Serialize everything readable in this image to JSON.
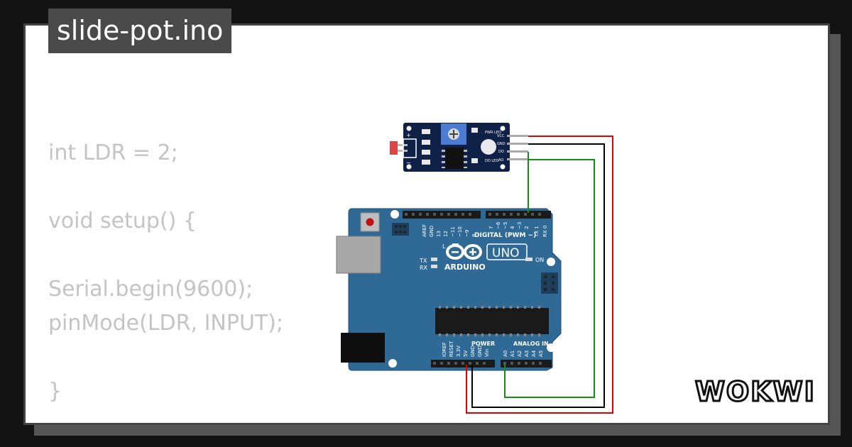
{
  "title": "slide-pot.ino",
  "code_lines": [
    "int LDR = 2;",
    "",
    "void setup() {",
    "",
    "Serial.begin(9600);",
    "pinMode(LDR, INPUT);",
    "",
    "}"
  ],
  "brand": {
    "name": "WOKWI"
  },
  "sensor_module": {
    "pins": [
      "VCC",
      "GND",
      "DO",
      "AO"
    ],
    "leds": [
      "PWR LED",
      "DO LED"
    ]
  },
  "arduino": {
    "model": "UNO",
    "brand": "ARDUINO",
    "digital_label": "DIGITAL (PWM ~)",
    "power_label": "POWER",
    "analog_label": "ANALOG IN",
    "on_label": "ON",
    "l_label": "L",
    "tx_label": "TX",
    "rx_label": "RX",
    "top_pins": [
      "AREF",
      "GND",
      "13",
      "12",
      "~11",
      "~10",
      "~9",
      "8",
      "7",
      "~6",
      "~5",
      "4",
      "~3",
      "2",
      "TX 1",
      "RX 0"
    ],
    "power_pins": [
      "IOREF",
      "RESET",
      "3.3V",
      "5V",
      "GND",
      "GND",
      "Vin"
    ],
    "analog_pins": [
      "A0",
      "A1",
      "A2",
      "A3",
      "A4",
      "A5"
    ]
  },
  "colors": {
    "board": "#2f6a96",
    "module": "#0f2146",
    "wire_red": "#e00000",
    "wire_black": "#000000",
    "wire_green": "#138f13",
    "code_text": "#c4c4c4",
    "tag_bg": "#4a4a4a"
  }
}
